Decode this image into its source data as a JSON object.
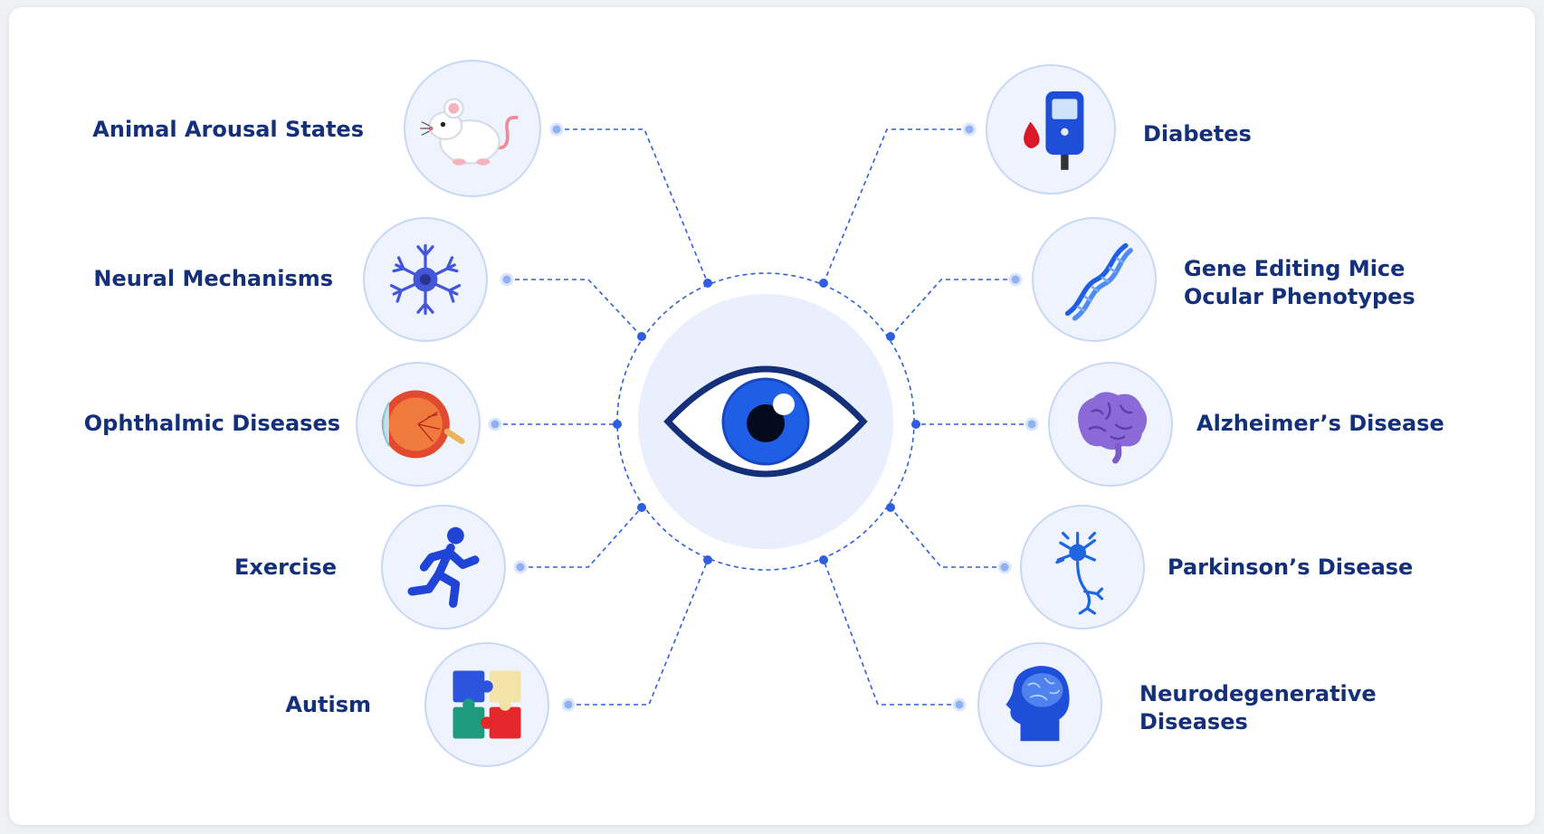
{
  "center": {
    "icon": "eye-icon"
  },
  "left_items": [
    {
      "id": "animal-arousal-states",
      "lines": [
        "Animal Arousal States"
      ],
      "icon": "mouse-icon"
    },
    {
      "id": "neural-mechanisms",
      "lines": [
        "Neural Mechanisms"
      ],
      "icon": "neuron-icon"
    },
    {
      "id": "ophthalmic-diseases",
      "lines": [
        "Ophthalmic Diseases"
      ],
      "icon": "eyeball-anatomy-icon"
    },
    {
      "id": "exercise",
      "lines": [
        "Exercise"
      ],
      "icon": "runner-icon"
    },
    {
      "id": "autism",
      "lines": [
        "Autism"
      ],
      "icon": "puzzle-icon"
    }
  ],
  "right_items": [
    {
      "id": "diabetes",
      "lines": [
        "Diabetes"
      ],
      "icon": "glucose-meter-icon"
    },
    {
      "id": "gene-editing-mice",
      "lines": [
        "Gene Editing Mice",
        "Ocular Phenotypes"
      ],
      "icon": "dna-icon"
    },
    {
      "id": "alzheimers-disease",
      "lines": [
        "Alzheimer’s Disease"
      ],
      "icon": "brain-icon"
    },
    {
      "id": "parkinsons-disease",
      "lines": [
        "Parkinson’s Disease"
      ],
      "icon": "neuron-cell-icon"
    },
    {
      "id": "neurodegenerative-diseases",
      "lines": [
        "Neurodegenerative",
        "Diseases"
      ],
      "icon": "head-brain-icon"
    }
  ],
  "colors": {
    "label": "#14307a",
    "connector": "#2f5fe0",
    "node_fill": "#eef3fd",
    "node_border": "#c7d8f6",
    "hub_fill": "#e9effc"
  }
}
